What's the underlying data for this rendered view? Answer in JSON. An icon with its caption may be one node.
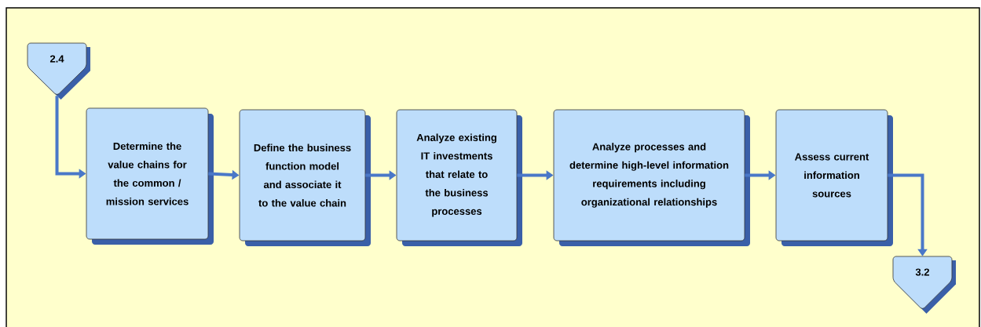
{
  "diagram": {
    "nodes": [
      {
        "text": [
          "2.4"
        ]
      },
      {
        "text": [
          "Determine the value chains for the common / mission services"
        ]
      },
      {
        "text": [
          "Define the business function model and associate it to the value chain"
        ]
      },
      {
        "text": [
          "Analyze existing IT investments that relate to the business processes"
        ]
      },
      {
        "text": [
          "Analyze processes and determine high-level information requirements including organizational relationships"
        ]
      },
      {
        "text": [
          "Assess current information sources"
        ]
      },
      {
        "text": [
          "3.2"
        ]
      }
    ],
    "edges": [
      {
        "from": 0,
        "to": 1,
        "arrow": "to"
      },
      {
        "from": 1,
        "to": 2,
        "arrow": "to"
      },
      {
        "from": 2,
        "to": 3,
        "arrow": "to"
      },
      {
        "from": 3,
        "to": 4,
        "arrow": "to"
      },
      {
        "from": 4,
        "to": 5,
        "arrow": "to"
      },
      {
        "from": 5,
        "to": 6,
        "arrow": "to"
      }
    ]
  }
}
